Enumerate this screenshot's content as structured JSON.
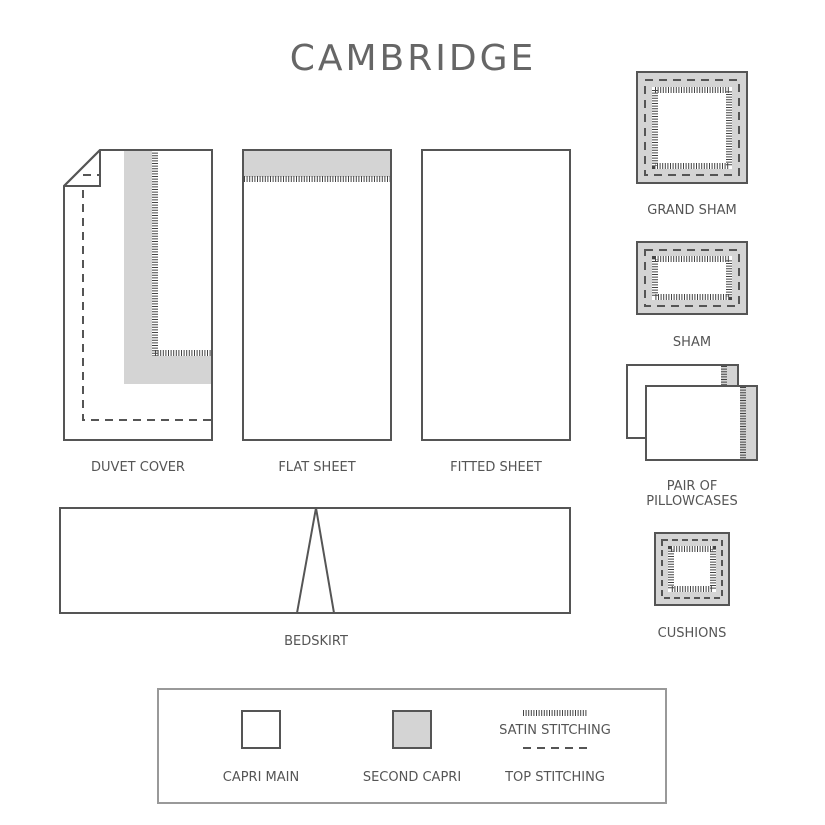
{
  "title": "CAMBRIDGE",
  "items": {
    "duvet_cover": "DUVET COVER",
    "flat_sheet": "FLAT SHEET",
    "fitted_sheet": "FITTED SHEET",
    "bedskirt": "BEDSKIRT",
    "grand_sham": "GRAND SHAM",
    "sham": "SHAM",
    "pillowcases_line1": "PAIR OF",
    "pillowcases_line2": "PILLOWCASES",
    "cushions": "CUSHIONS"
  },
  "legend": {
    "capri_main": "CAPRI MAIN",
    "second_capri": "SECOND CAPRI",
    "satin_stitching": "SATIN STITCHING",
    "top_stitching": "TOP STITCHING"
  },
  "colors": {
    "main": "#ffffff",
    "second": "#d4d4d4",
    "outline": "#555555"
  }
}
